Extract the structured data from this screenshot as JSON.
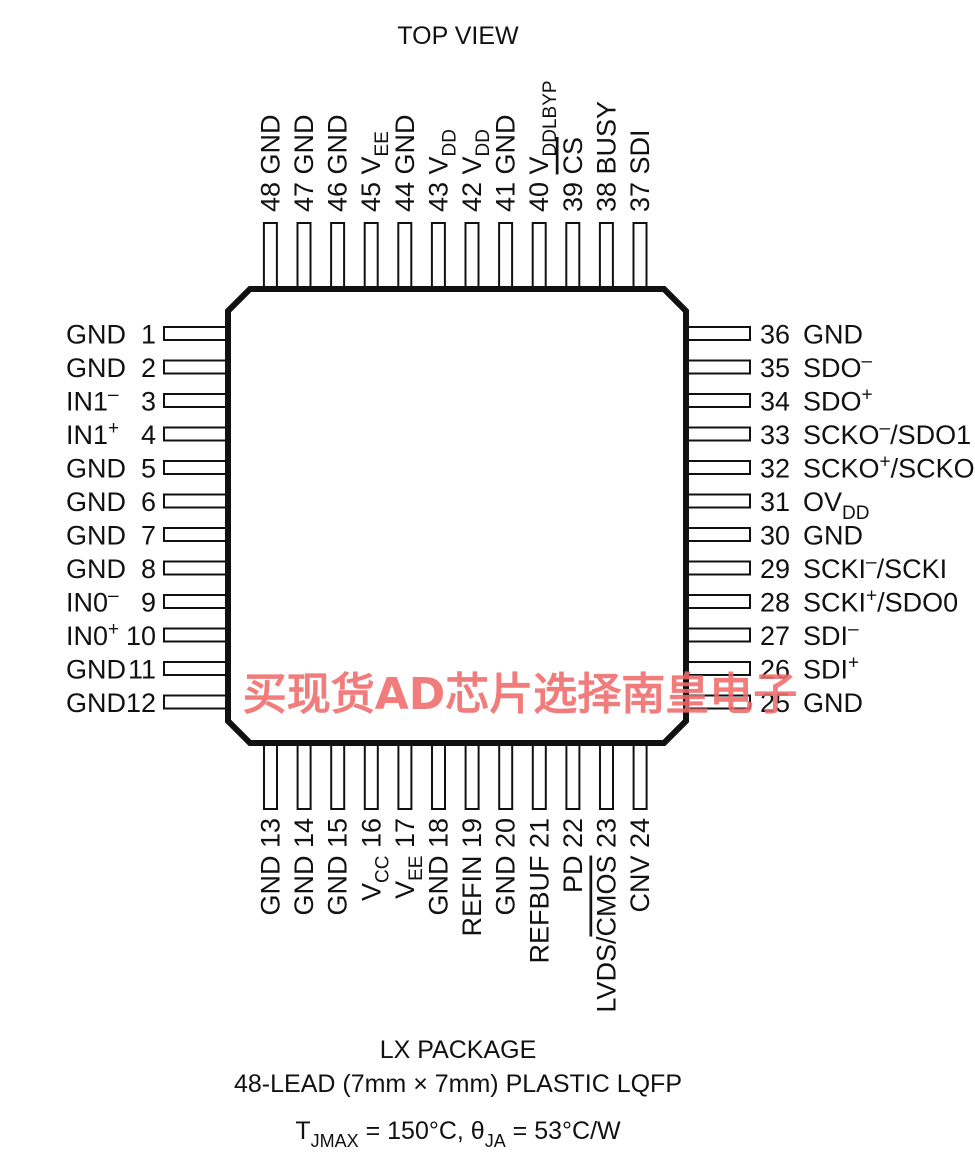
{
  "header": {
    "view_label": "TOP VIEW"
  },
  "package": {
    "name": "LX PACKAGE",
    "description": "48-LEAD (7mm × 7mm) PLASTIC LQFP",
    "thermal": "T_{JMAX} = 150°C, θ_{JA} = 53°C/W"
  },
  "watermark": {
    "text": "买现货AD芯片选择南皇电子",
    "color": "#f06a6a"
  },
  "pins": {
    "left": [
      {
        "num": "1",
        "name": "GND"
      },
      {
        "num": "2",
        "name": "GND"
      },
      {
        "num": "3",
        "name": "IN1^{–}"
      },
      {
        "num": "4",
        "name": "IN1^{+}"
      },
      {
        "num": "5",
        "name": "GND"
      },
      {
        "num": "6",
        "name": "GND"
      },
      {
        "num": "7",
        "name": "GND"
      },
      {
        "num": "8",
        "name": "GND"
      },
      {
        "num": "9",
        "name": "IN0^{–}"
      },
      {
        "num": "10",
        "name": "IN0^{+}"
      },
      {
        "num": "11",
        "name": "GND"
      },
      {
        "num": "12",
        "name": "GND"
      }
    ],
    "bottom": [
      {
        "num": "13",
        "name": "GND"
      },
      {
        "num": "14",
        "name": "GND"
      },
      {
        "num": "15",
        "name": "GND"
      },
      {
        "num": "16",
        "name": "V_{CC}"
      },
      {
        "num": "17",
        "name": "V_{EE}"
      },
      {
        "num": "18",
        "name": "GND"
      },
      {
        "num": "19",
        "name": "REFIN"
      },
      {
        "num": "20",
        "name": "GND"
      },
      {
        "num": "21",
        "name": "REFBUF"
      },
      {
        "num": "22",
        "name": "PD"
      },
      {
        "num": "23",
        "name": "LVDS/~{CMOS}"
      },
      {
        "num": "24",
        "name": "CNV"
      }
    ],
    "right": [
      {
        "num": "25",
        "name": "GND"
      },
      {
        "num": "26",
        "name": "SDI^{+}"
      },
      {
        "num": "27",
        "name": "SDI^{–}"
      },
      {
        "num": "28",
        "name": "SCKI^{+}/SDO0"
      },
      {
        "num": "29",
        "name": "SCKI^{–}/SCKI"
      },
      {
        "num": "30",
        "name": "GND"
      },
      {
        "num": "31",
        "name": "OV_{DD}"
      },
      {
        "num": "32",
        "name": "SCKO^{+}/SCKO"
      },
      {
        "num": "33",
        "name": "SCKO^{–}/SDO1"
      },
      {
        "num": "34",
        "name": "SDO^{+}"
      },
      {
        "num": "35",
        "name": "SDO^{–}"
      },
      {
        "num": "36",
        "name": "GND"
      }
    ],
    "top": [
      {
        "num": "37",
        "name": "SDI"
      },
      {
        "num": "38",
        "name": "BUSY"
      },
      {
        "num": "39",
        "name": "~{CS}"
      },
      {
        "num": "40",
        "name": "V_{DDLBYP}"
      },
      {
        "num": "41",
        "name": "GND"
      },
      {
        "num": "42",
        "name": "V_{DD}"
      },
      {
        "num": "43",
        "name": "V_{DD}"
      },
      {
        "num": "44",
        "name": "GND"
      },
      {
        "num": "45",
        "name": "V_{EE}"
      },
      {
        "num": "46",
        "name": "GND"
      },
      {
        "num": "47",
        "name": "GND"
      },
      {
        "num": "48",
        "name": "GND"
      }
    ]
  }
}
